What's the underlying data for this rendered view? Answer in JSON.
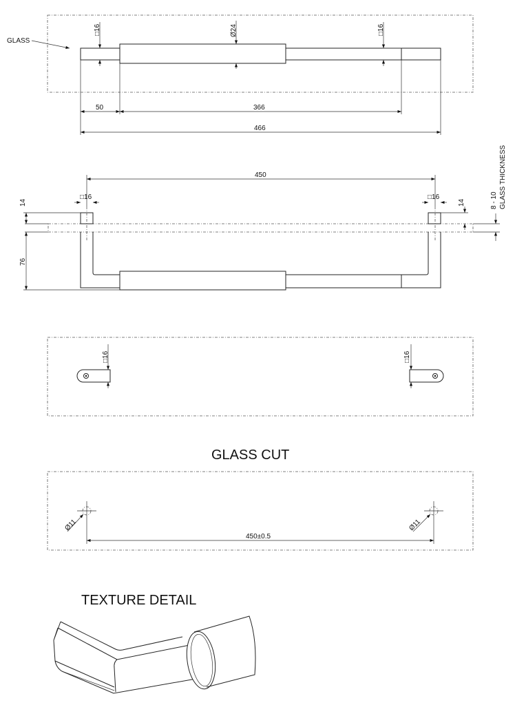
{
  "views": {
    "top": {
      "glass_label": "GLASS",
      "post_left_size": "□16",
      "grip_diameter": "Ø24",
      "post_right_size": "□16",
      "dim_offset": "50",
      "dim_inner": "366",
      "dim_overall": "466"
    },
    "side": {
      "dim_centers": "450",
      "post_left_size": "□16",
      "post_right_size": "□16",
      "dim_left_mount": "14",
      "dim_right_mount": "14",
      "dim_projection": "76",
      "glass_thickness_value": "8 - 10",
      "glass_thickness_label": "GLASS THICKNESS"
    },
    "back": {
      "bracket_left_size": "□16",
      "bracket_right_size": "□16"
    },
    "glass_cut": {
      "title": "GLASS CUT",
      "hole_left": "Ø11",
      "hole_right": "Ø11",
      "dim_holes": "450±0.5"
    },
    "texture": {
      "title": "TEXTURE DETAIL"
    }
  }
}
